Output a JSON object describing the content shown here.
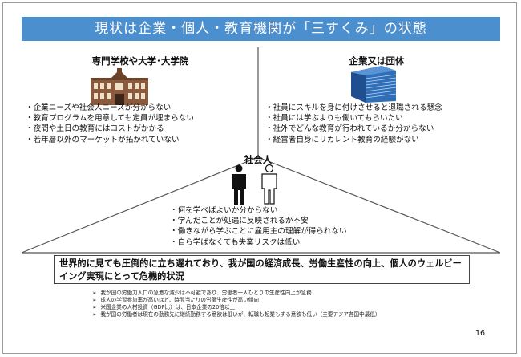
{
  "title": "現状は企業・個人・教育機関が「三すくみ」の状態",
  "left": {
    "heading": "専門学校や大学･大学院",
    "icon": "university-building-icon",
    "items": [
      "企業ニーズや社会人ニーズが分からない",
      "教育プログラムを用意しても定員が埋まらない",
      "夜間や土日の教育にはコストがかかる",
      "若年層以外のマーケットが拓かれていない"
    ]
  },
  "right": {
    "heading": "企業又は団体",
    "icon": "office-building-icon",
    "items": [
      "社員にスキルを身に付けさせると退職される懸念",
      "社員には学ぶよりも働いてもらいたい",
      "社外でどんな教育が行われているか分からない",
      "経営者自身にリカレント教育の経験がない"
    ]
  },
  "center": {
    "heading": "社会人",
    "icon": "people-icon",
    "items": [
      "何を学べばよいか分からない",
      "学んだことが処遇に反映されるか不安",
      "働きながら学ぶことに雇用主の理解が得られない",
      "自ら学ばなくても失業リスクは低い"
    ]
  },
  "conclusion": "世界的に見ても圧倒的に立ち遅れており、我が国の経済成長、労働生産性の向上、個人のウェルビーイング実現にとって危機的状況",
  "notes": [
    "我が国の労働力人口の急激な減少は不可避であり、労働者一人ひとりの生産性向上が急務",
    "成人の学習参加率が高いほど、時間当たりの労働生産性が高い傾向",
    "米国企業の人材投資（GDP比）は、日本企業の20倍以上",
    "我が国の労働者は現在の勤務先に継続勤務する意欲は低いが、転職も起業もする意欲も低い（主要アジア各国中最低）"
  ],
  "page_number": "16",
  "colors": {
    "title_bg": "#4c8fcf",
    "building_blue": "#2f6fb8",
    "university_brown": "#8b5a3c"
  }
}
